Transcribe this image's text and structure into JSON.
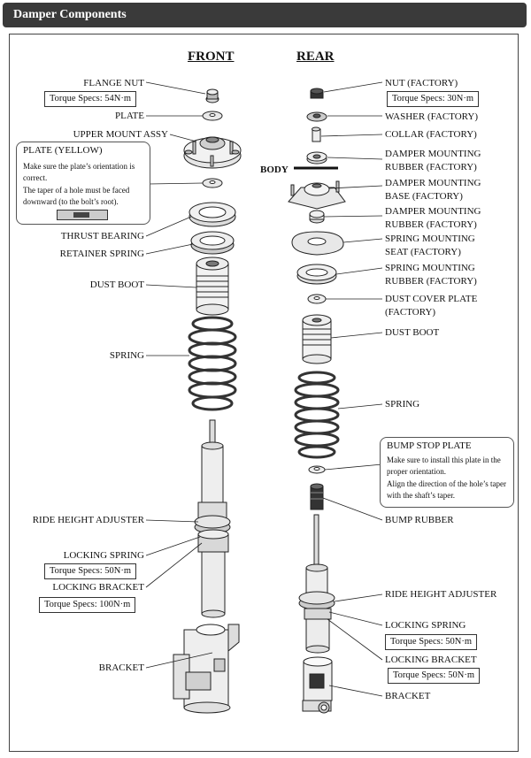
{
  "header": {
    "title": "Damper Components"
  },
  "columns": {
    "front": "FRONT",
    "rear": "REAR"
  },
  "body_label": "BODY",
  "front": {
    "flange_nut": "FLANGE NUT",
    "flange_nut_spec": "Torque Specs: 54N·m",
    "plate": "PLATE",
    "upper_mount": "UPPER MOUNT ASSY",
    "thrust_bearing": "THRUST BEARING",
    "retainer_spring": "RETAINER SPRING",
    "dust_boot": "DUST BOOT",
    "spring": "SPRING",
    "ride_height": "RIDE HEIGHT ADJUSTER",
    "locking_spring": "LOCKING SPRING",
    "locking_spring_spec": "Torque Specs: 50N·m",
    "locking_bracket": "LOCKING BRACKET",
    "locking_bracket_spec": "Torque Specs: 100N·m",
    "bracket": "BRACKET"
  },
  "plate_note": {
    "title": "PLATE (YELLOW)",
    "line1": "Make sure the plate’s orientation is",
    "line2": "correct.",
    "line3": "The taper of a hole must be faced",
    "line4": "downward (to the bolt’s root)."
  },
  "rear": {
    "nut": "NUT (FACTORY)",
    "nut_spec": "Torque Specs: 30N·m",
    "washer": "WASHER (FACTORY)",
    "collar": "COLLAR (FACTORY)",
    "dmr1_a": "DAMPER MOUNTING",
    "dmr1_b": "RUBBER (FACTORY)",
    "dmb_a": "DAMPER MOUNTING",
    "dmb_b": "BASE (FACTORY)",
    "dmr2_a": "DAMPER MOUNTING",
    "dmr2_b": "RUBBER (FACTORY)",
    "sms_a": "SPRING MOUNTING",
    "sms_b": "SEAT (FACTORY)",
    "smr_a": "SPRING MOUNTING",
    "smr_b": "RUBBER (FACTORY)",
    "dcp_a": "DUST COVER PLATE",
    "dcp_b": "(FACTORY)",
    "dust_boot": "DUST BOOT",
    "spring": "SPRING",
    "bump_rubber": "BUMP RUBBER",
    "ride_height": "RIDE HEIGHT ADJUSTER",
    "locking_spring": "LOCKING SPRING",
    "locking_spring_spec": "Torque Specs: 50N·m",
    "locking_bracket": "LOCKING BRACKET",
    "locking_bracket_spec": "Torque Specs: 50N·m",
    "bracket": "BRACKET"
  },
  "bump_note": {
    "title": "BUMP STOP PLATE",
    "line1": "Make sure to install this plate in the",
    "line2": "proper orientation.",
    "line3": "Align the direction of the hole’s taper",
    "line4": "with the shaft’s taper."
  }
}
